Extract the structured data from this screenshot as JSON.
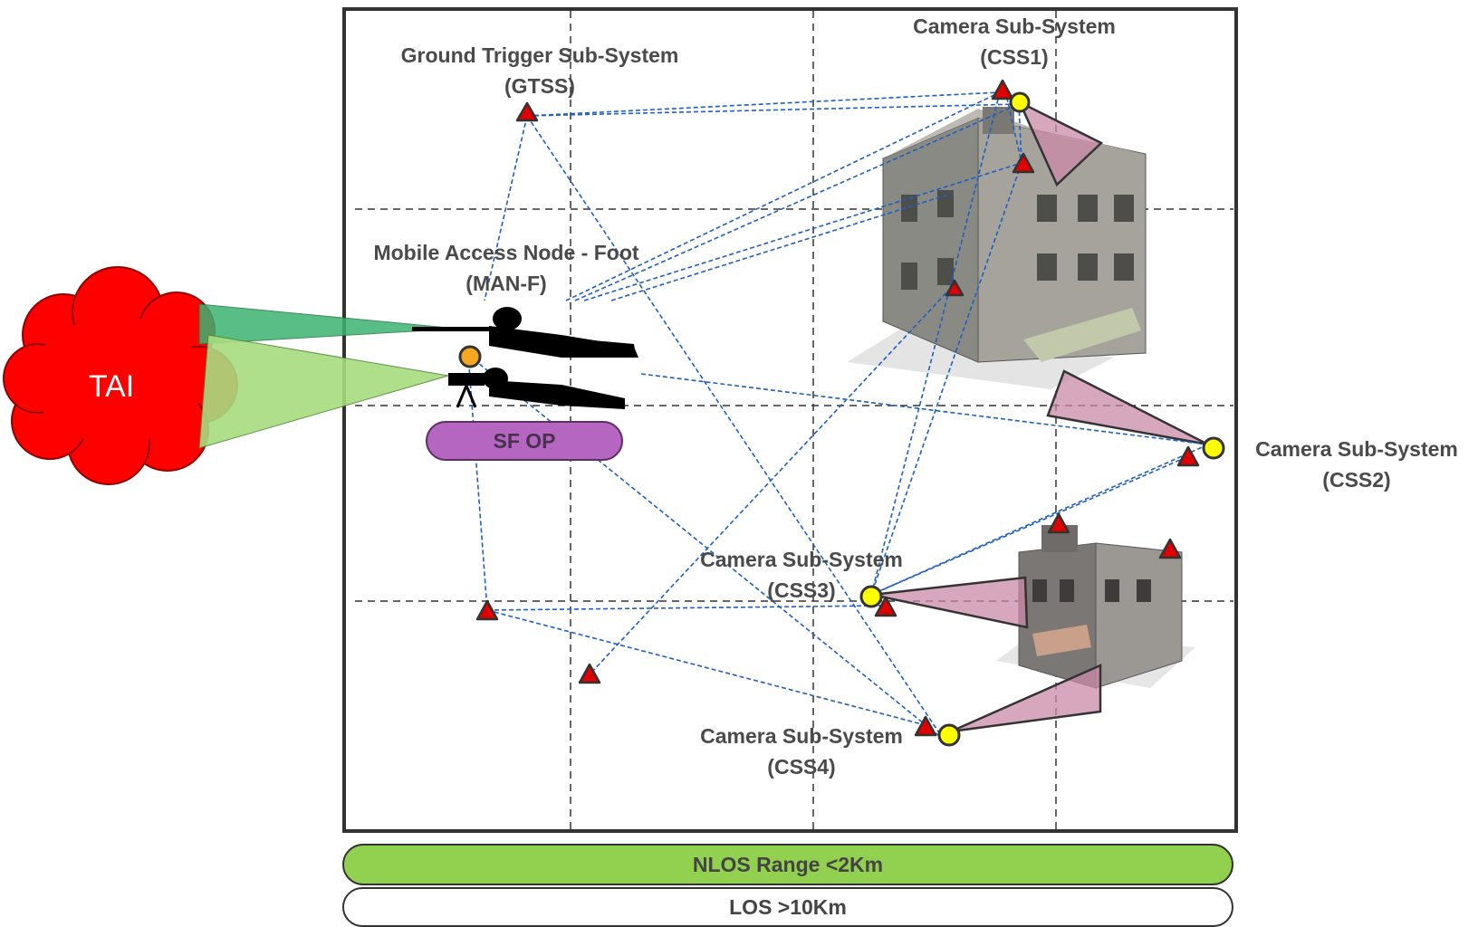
{
  "labels": {
    "gtss_name": "Ground Trigger Sub-System",
    "gtss_code": "(GTSS)",
    "css1_name": "Camera Sub-System",
    "css1_code": "(CSS1)",
    "css2_name": "Camera Sub-System",
    "css2_code": "(CSS2)",
    "css3_name": "Camera Sub-System",
    "css3_code": "(CSS3)",
    "css4_name": "Camera Sub-System",
    "css4_code": "(CSS4)",
    "manf_name": "Mobile Access Node - Foot",
    "manf_code": "(MAN-F)",
    "sf_op": "SF OP",
    "tai": "TAI"
  },
  "range_bars": {
    "nlos": "NLOS Range <2Km",
    "los": "LOS >10Km"
  },
  "colors": {
    "tai_cloud": "#ff0000",
    "camera_node": "#ffff00",
    "man_f_node": "#f5a623",
    "trigger": "#e00000",
    "link_line": "#1f5fbf",
    "camera_fov": "#c98aa8",
    "nlos_bar": "#92d050",
    "sf_op_pill": "#b566c0",
    "sensor_fov_dark": "#3cb371",
    "sensor_fov_light": "#a8dc80"
  },
  "icons": [
    "cloud-icon",
    "sniper-silhouette-icon",
    "tripod-observer-silhouette-icon",
    "building-icon",
    "triangle-trigger-icon",
    "camera-node-icon"
  ]
}
